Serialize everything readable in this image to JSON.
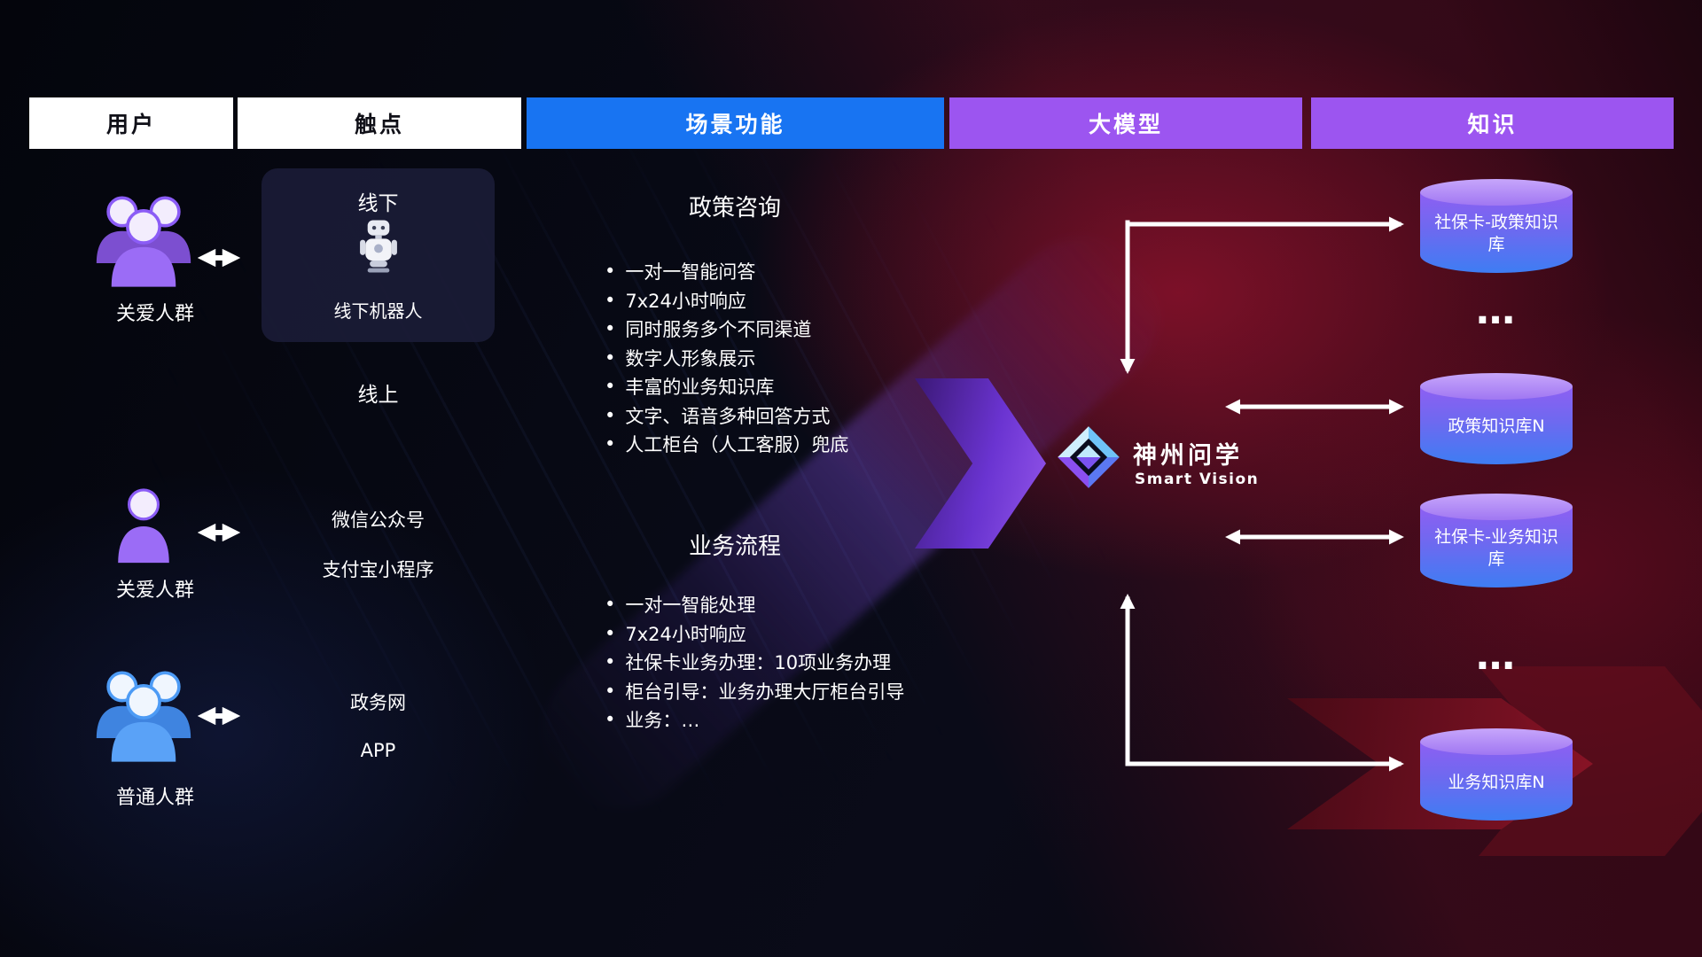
{
  "header": {
    "columns": [
      {
        "label": "用户"
      },
      {
        "label": "触点"
      },
      {
        "label": "场景功能"
      },
      {
        "label": "大模型"
      },
      {
        "label": "知识"
      }
    ]
  },
  "users": {
    "groups": [
      {
        "label": "关爱人群",
        "icon": "group-people-purple-icon"
      },
      {
        "label": "关爱人群",
        "icon": "single-person-purple-icon"
      },
      {
        "label": "普通人群",
        "icon": "group-people-blue-icon"
      }
    ]
  },
  "touchpoints": {
    "offline": {
      "title": "线下",
      "robot_label": "线下机器人",
      "robot_icon": "robot-icon"
    },
    "online_title": "线上",
    "channels": [
      "微信公众号",
      "支付宝小程序",
      "政务网",
      "APP"
    ]
  },
  "functions": {
    "sections": [
      {
        "title": "政策咨询",
        "bullets": [
          "一对一智能问答",
          "7x24小时响应",
          "同时服务多个不同渠道",
          "数字人形象展示",
          "丰富的业务知识库",
          "文字、语音多种回答方式",
          "人工柜台（人工客服）兜底"
        ]
      },
      {
        "title": "业务流程",
        "bullets": [
          "一对一智能处理",
          "7x24小时响应",
          "社保卡业务办理：10项业务办理",
          "柜台引导：业务办理大厅柜台引导",
          "业务：…"
        ]
      }
    ]
  },
  "model": {
    "name": "神州问学",
    "subtitle": "Smart Vision",
    "logo_icon": "brand-diamond-icon"
  },
  "knowledge": {
    "dbs": [
      {
        "label": "社保卡-政策知识库"
      },
      {
        "label": "政策知识库N"
      },
      {
        "label": "社保卡-业务知识库"
      },
      {
        "label": "业务知识库N"
      }
    ],
    "ellipsis": "…"
  },
  "colors": {
    "header_blue": "#1874F2",
    "header_purple": "#9C55F0",
    "accent_purple": "#9B6CF6",
    "accent_blue": "#5AA2F7",
    "db_top": "#B893F8",
    "db_body_top": "#8E5FF2",
    "db_body_bottom": "#3E7DF3",
    "arrow_white": "#FFFFFF",
    "bg_red": "#8E1427"
  }
}
